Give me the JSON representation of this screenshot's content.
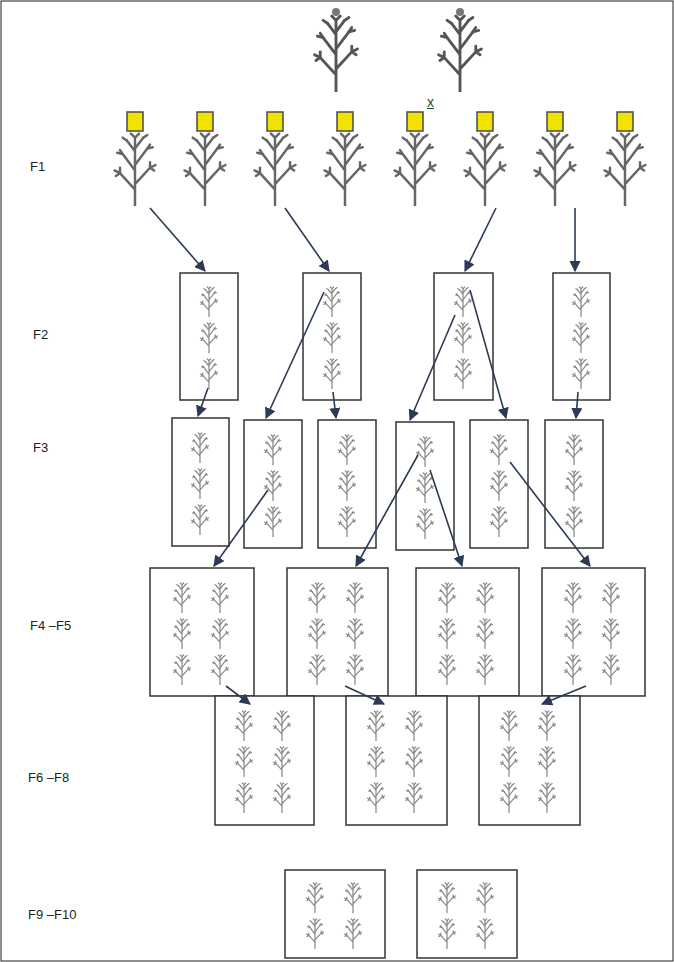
{
  "diagram": {
    "labels": [
      "x",
      "F1",
      "F2",
      "F3",
      "F4 –F5",
      "F6 –F8",
      "F9 –F10"
    ]
  }
}
